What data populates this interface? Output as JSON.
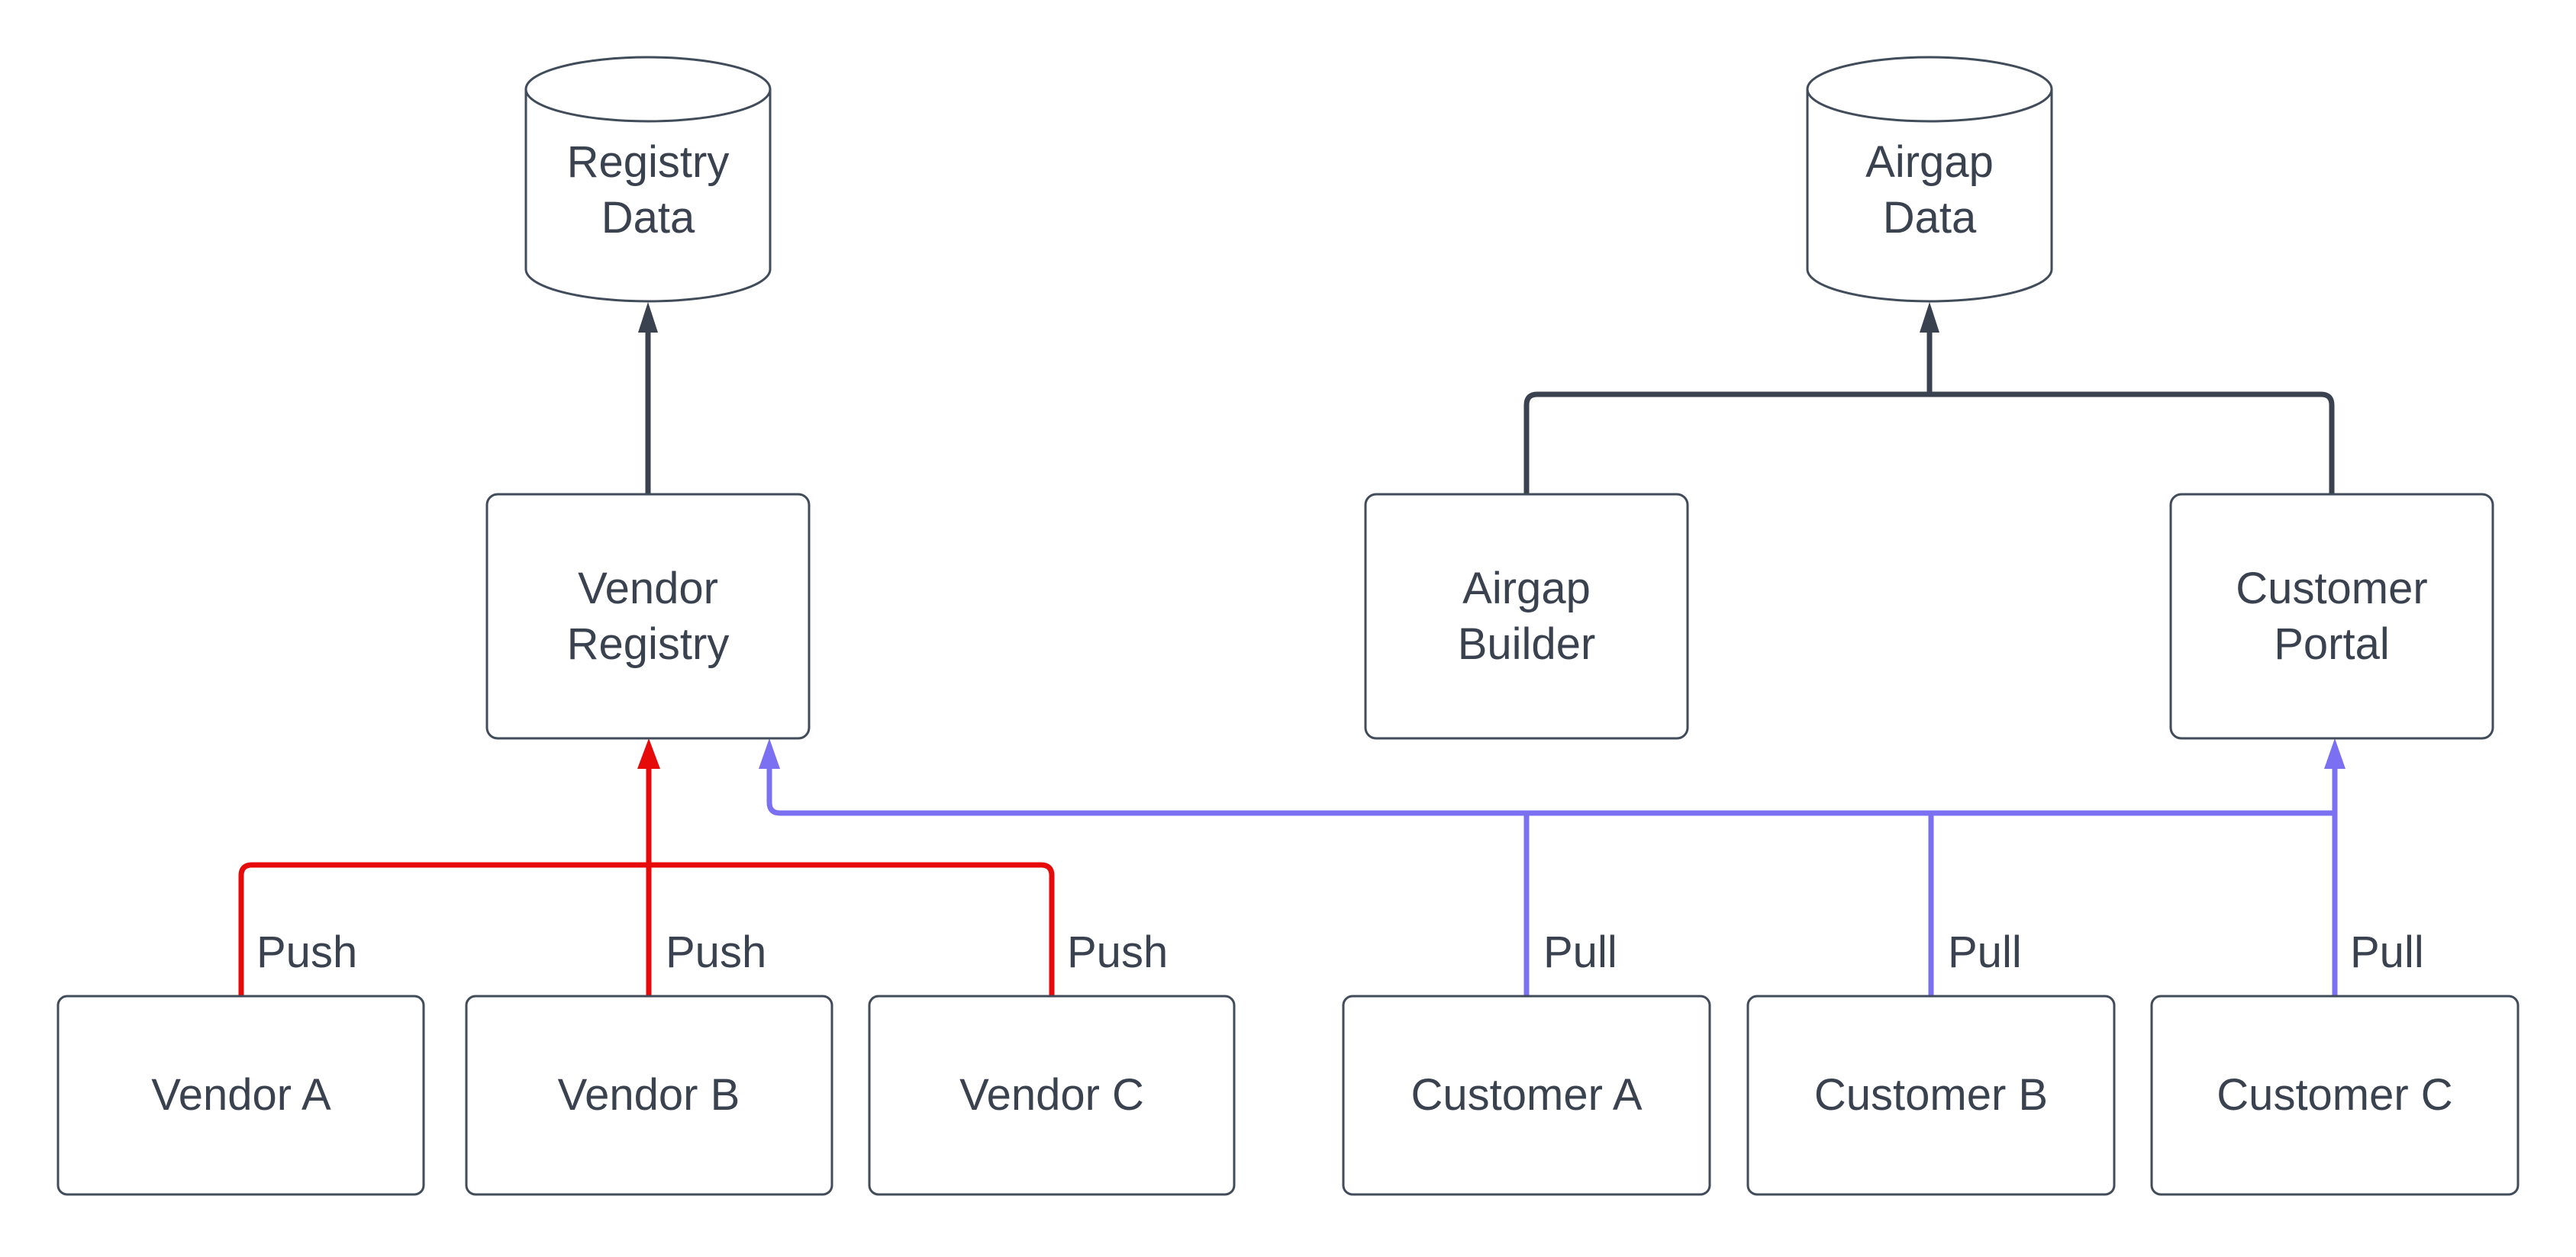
{
  "title": "Vendor push / customer pull registry distribution diagram",
  "colors": {
    "background": "#ffffff",
    "shape_border": "#414c5a",
    "text": "#39424e",
    "dark_edge": "#39424e",
    "push_edge": "#e60a0a",
    "pull_edge": "#7b70f2"
  },
  "nodes": {
    "registry_data": {
      "shape": "cylinder",
      "line1": "Registry",
      "line2": "Data"
    },
    "airgap_data": {
      "shape": "cylinder",
      "line1": "Airgap",
      "line2": "Data"
    },
    "vendor_registry": {
      "shape": "rect",
      "line1": "Vendor",
      "line2": "Registry"
    },
    "airgap_builder": {
      "shape": "rect",
      "line1": "Airgap",
      "line2": "Builder"
    },
    "customer_portal": {
      "shape": "rect",
      "line1": "Customer",
      "line2": "Portal"
    },
    "vendor_a": {
      "shape": "rect",
      "label": "Vendor A"
    },
    "vendor_b": {
      "shape": "rect",
      "label": "Vendor B"
    },
    "vendor_c": {
      "shape": "rect",
      "label": "Vendor C"
    },
    "customer_a": {
      "shape": "rect",
      "label": "Customer A"
    },
    "customer_b": {
      "shape": "rect",
      "label": "Customer B"
    },
    "customer_c": {
      "shape": "rect",
      "label": "Customer C"
    }
  },
  "edges": [
    {
      "from": "vendor_registry",
      "to": "registry_data",
      "label": "",
      "style": "dark"
    },
    {
      "from": "airgap_builder",
      "to": "airgap_data",
      "label": "",
      "style": "dark"
    },
    {
      "from": "customer_portal",
      "to": "airgap_data",
      "label": "",
      "style": "dark"
    },
    {
      "from": "vendor_a",
      "to": "vendor_registry",
      "label": "Push",
      "style": "push"
    },
    {
      "from": "vendor_b",
      "to": "vendor_registry",
      "label": "Push",
      "style": "push"
    },
    {
      "from": "vendor_c",
      "to": "vendor_registry",
      "label": "Push",
      "style": "push"
    },
    {
      "from": "customer_a",
      "to": "vendor_registry",
      "label": "Pull",
      "style": "pull"
    },
    {
      "from": "customer_b",
      "to": "vendor_registry",
      "label": "Pull",
      "style": "pull"
    },
    {
      "from": "customer_c",
      "to": "customer_portal",
      "label": "Pull",
      "style": "pull"
    }
  ]
}
